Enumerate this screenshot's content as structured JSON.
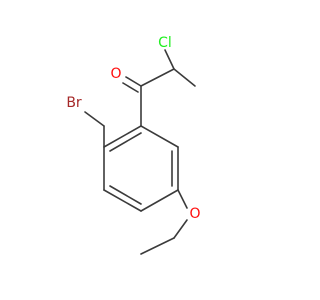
{
  "molecule": {
    "atoms": {
      "oxygen_carbonyl": {
        "symbol": "O",
        "color": "#ff0d0d"
      },
      "chlorine": {
        "symbol": "Cl",
        "color": "#1ff01f"
      },
      "bromine": {
        "symbol": "Br",
        "color": "#a62929"
      },
      "oxygen_ether": {
        "symbol": "O",
        "color": "#ff0d0d"
      }
    },
    "bond_color": "#3b3b3b"
  }
}
